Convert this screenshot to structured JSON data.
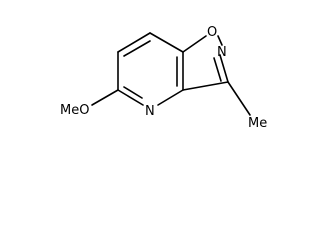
{
  "molecule": {
    "atoms": {
      "oxygen_ring": "O",
      "nitrogen_isoxazole": "N",
      "nitrogen_pyridine": "N",
      "methoxy": "MeO",
      "methyl": "Me"
    }
  }
}
